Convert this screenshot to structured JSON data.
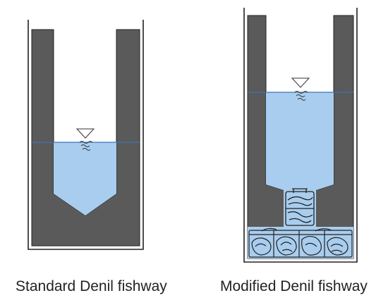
{
  "diagrams": [
    {
      "name": "standard",
      "label": "Standard Denil fishway"
    },
    {
      "name": "modified",
      "label": "Modified Denil fishway"
    }
  ],
  "colors": {
    "wall": "#5a5a5a",
    "water": "#a9cdee",
    "water_line": "#3f73b4",
    "outline": "#222222",
    "background": "#ffffff"
  }
}
